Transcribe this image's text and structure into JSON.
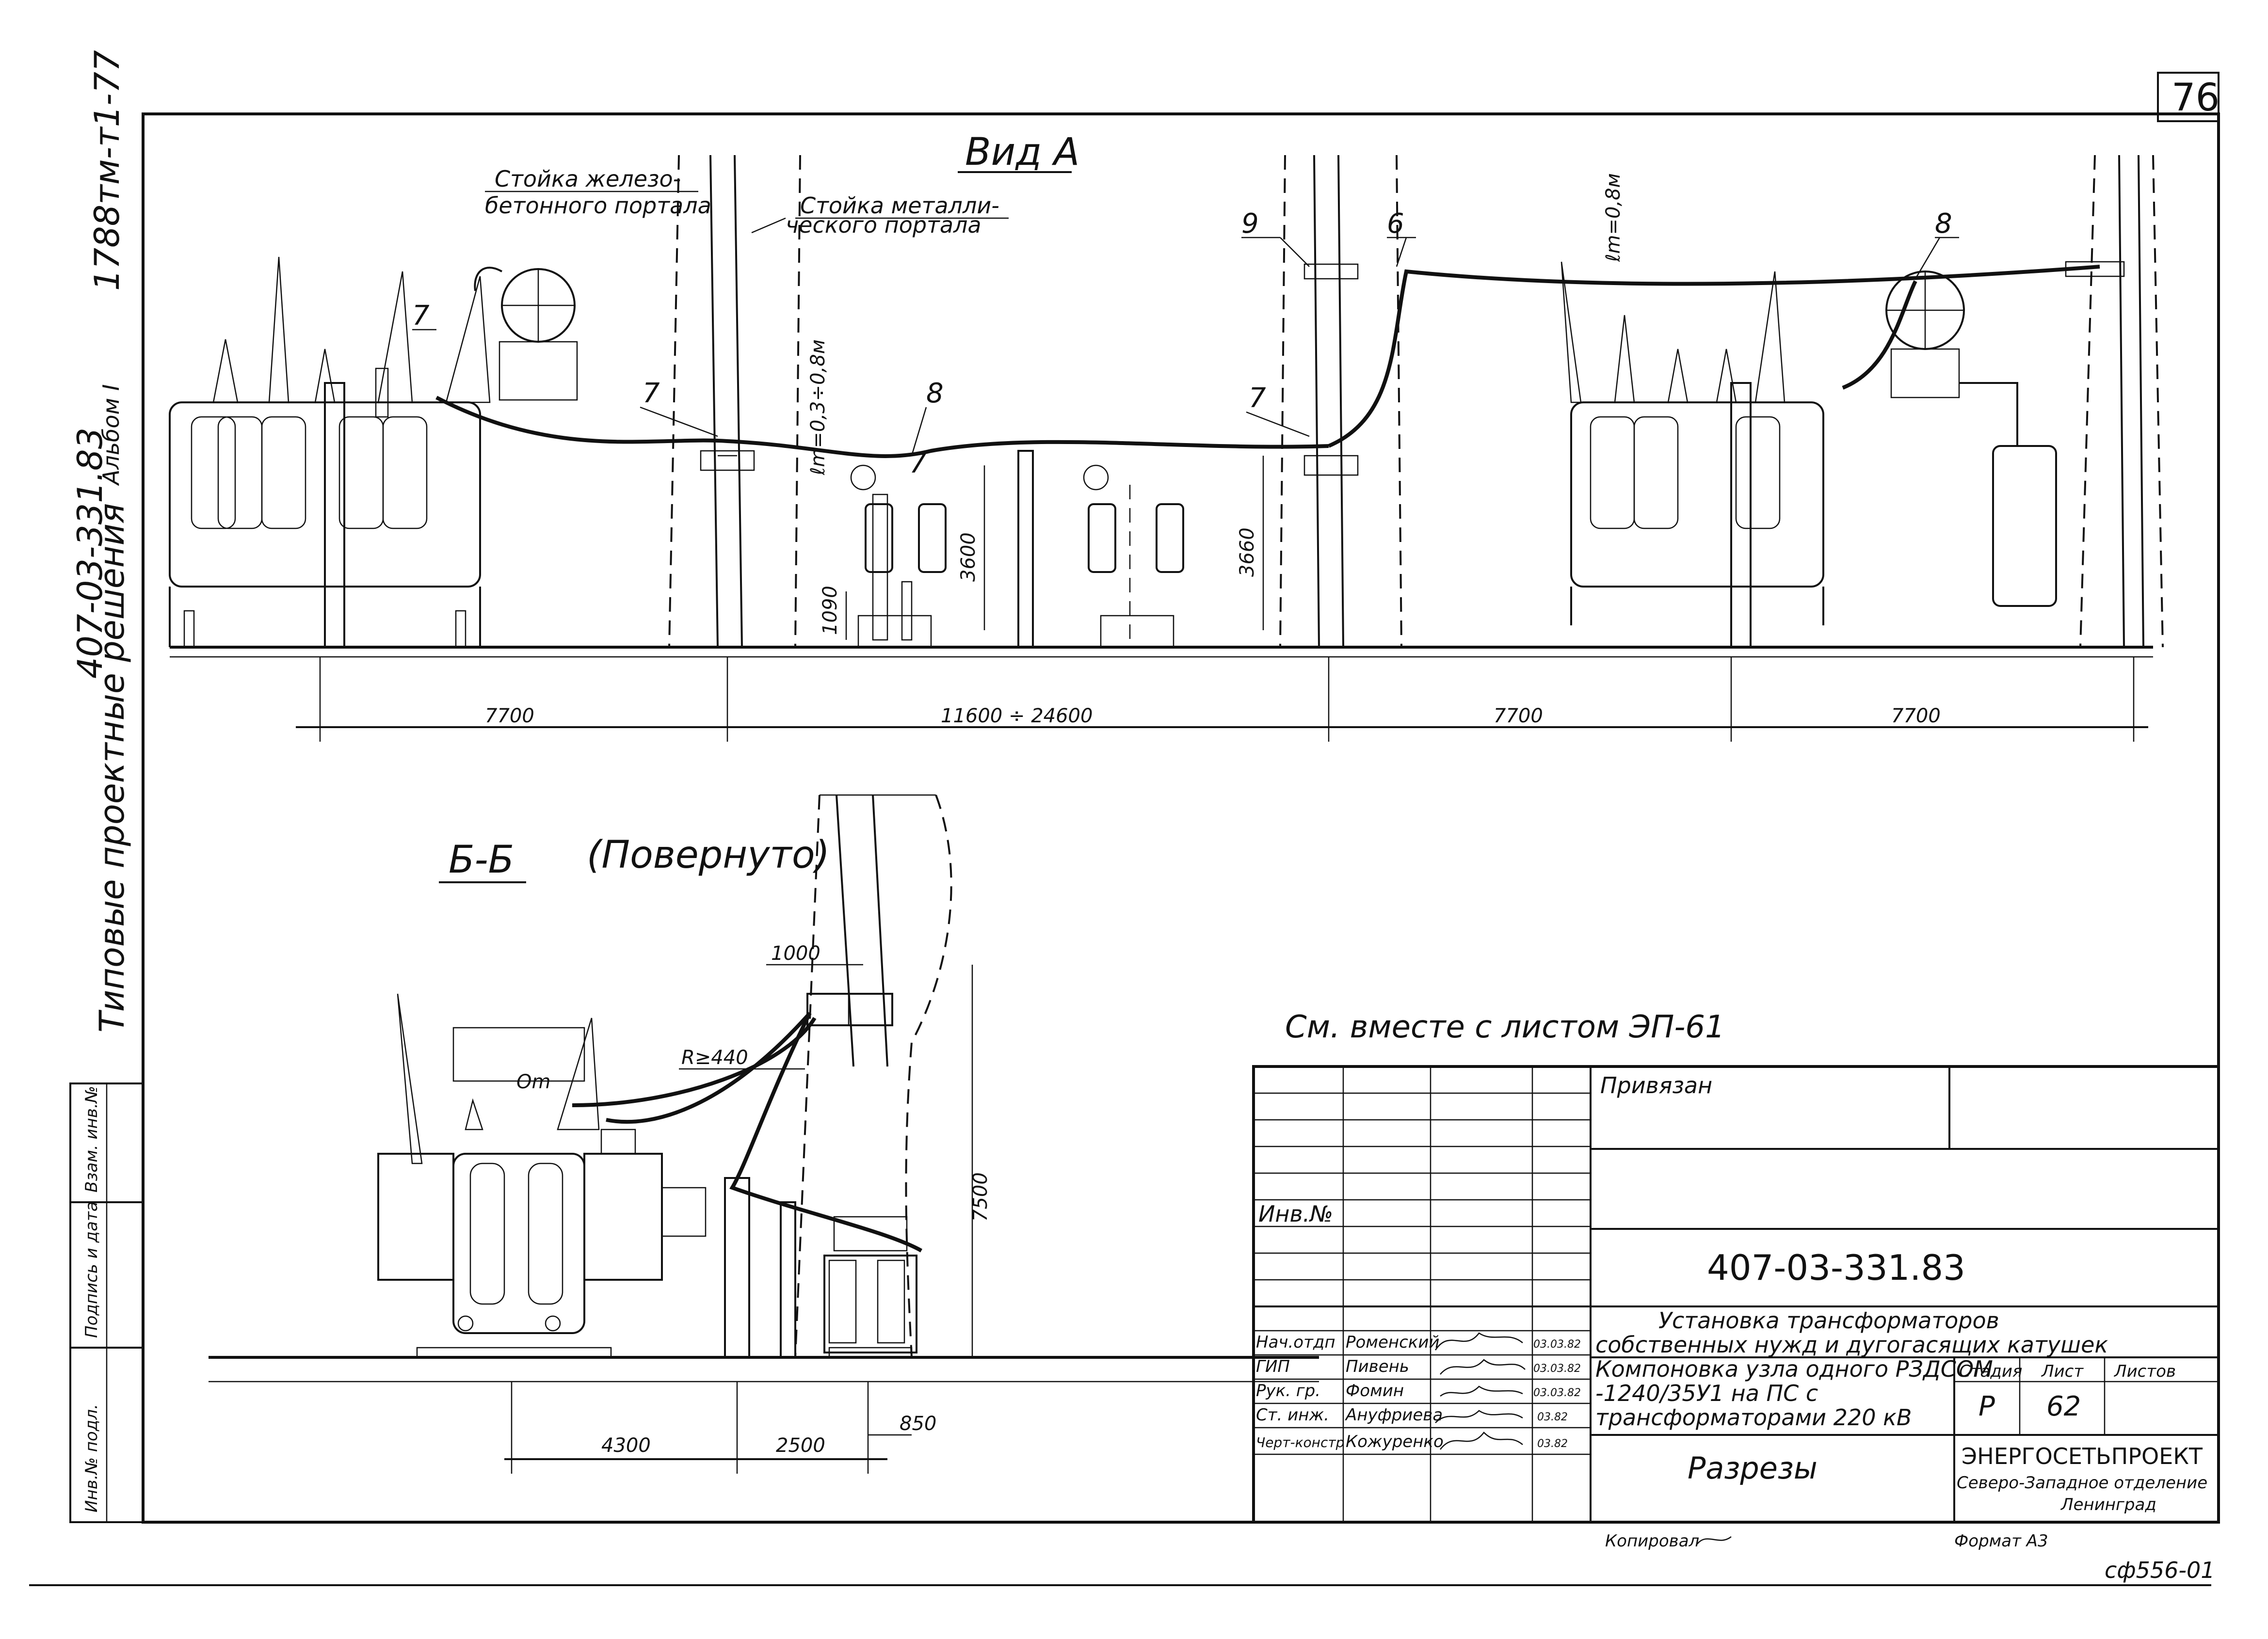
{
  "sheet_number": "76",
  "view_a": {
    "title": "Вид А",
    "label_concrete_post": [
      "Стойка железо-",
      "бетонного портала"
    ],
    "label_metal_post": [
      "Стойка металли-",
      "ческого портала"
    ],
    "callouts": [
      "7",
      "7",
      "8",
      "7",
      "7",
      "9",
      "6",
      "8"
    ],
    "clearance_left": "ℓm=0,3÷0,8м",
    "clearance_right": "ℓm=0,8м",
    "dim_vertical": [
      "3600",
      "1090",
      "3660"
    ],
    "dims_horizontal": [
      "7700",
      "11600 ÷ 24600",
      "7700",
      "7700"
    ]
  },
  "section_bb": {
    "title": "Б-Б",
    "subtitle": "(Повернуто)",
    "dim_top": "1000",
    "radius": "R≥440",
    "label_om": "Om",
    "dim_height": "7500",
    "dims_bottom": [
      "4300",
      "2500",
      "850"
    ]
  },
  "left_margin": {
    "series_code": "407-03-331.83",
    "album": "Альбом I",
    "series_year": "1788тм-т1-77",
    "series_text": "Типовые проектные решения",
    "stamp_cells": [
      "Инв.№ подл.",
      "Подпись и дата",
      "Взам. инв.№"
    ]
  },
  "note": "См. вместе с листом ЭП-61",
  "title_block": {
    "privyazan": "Привязан",
    "inv_no": "Инв.№",
    "doc_code": "407-03-331.83",
    "project_title": [
      "Установка трансформаторов",
      "собственных нужд и дугогасящих катушек"
    ],
    "sheet_title": [
      "Компоновка узла одного РЗДСОМ",
      "-1240/35У1 на ПС с",
      "трансформаторами 220 кВ"
    ],
    "drawing_name": "Разрезы",
    "stage_header": "Стадия",
    "sheet_header": "Лист",
    "sheets_header": "Листов",
    "stage": "Р",
    "sheet": "62",
    "org": [
      "ЭНЕРГОСЕТЬПРОЕКТ",
      "Северо-Западное отделение",
      "Ленинград"
    ],
    "signatures": [
      {
        "role": "Нач.отдп",
        "name": "Роменский",
        "date": "03.03.82"
      },
      {
        "role": "ГИП",
        "name": "Пивень",
        "date": "03.03.82"
      },
      {
        "role": "Рук. гр.",
        "name": "Фомин",
        "date": "03.03.82"
      },
      {
        "role": "Ст. инж.",
        "name": "Ануфриева",
        "date": "03.82"
      },
      {
        "role": "Черт-констр",
        "name": "Кожуренко",
        "date": "03.82"
      }
    ]
  },
  "footer": {
    "copied": "Копировал",
    "format": "Формат А3",
    "stamp_code": "сф556-01"
  }
}
